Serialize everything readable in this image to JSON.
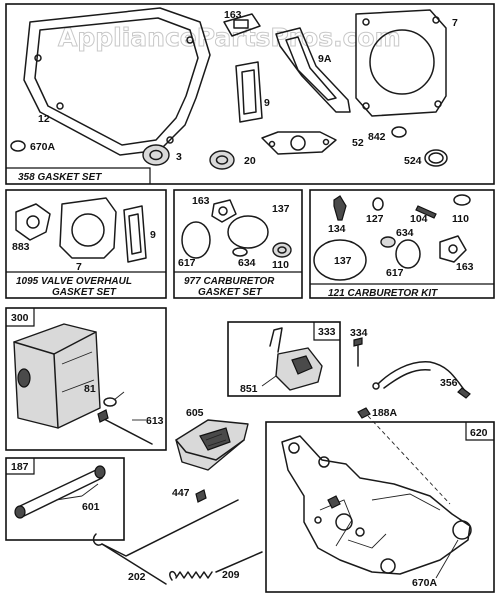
{
  "watermark": "AppliancePartsPros.com",
  "kits": {
    "gasket_set": "358 GASKET SET",
    "valve_overhaul_1": "1095 VALVE OVERHAUL",
    "valve_overhaul_2": "GASKET SET",
    "carb_gasket_1": "977 CARBURETOR",
    "carb_gasket_2": "GASKET SET",
    "carb_kit": "121 CARBURETOR KIT"
  },
  "box_tags": {
    "muffler": "300",
    "ignition": "333",
    "link": "187",
    "bracket": "620"
  },
  "labels": {
    "p7": "7",
    "p12": "12",
    "p163": "163",
    "p9": "9",
    "p9A": "9A",
    "p670A": "670A",
    "p3": "3",
    "p20": "20",
    "p52": "52",
    "p842": "842",
    "p524": "524",
    "p883": "883",
    "p7b": "7",
    "p9b": "9",
    "p163b": "163",
    "p137": "137",
    "p617": "617",
    "p634": "634",
    "p110": "110",
    "p134": "134",
    "p127": "127",
    "p104": "104",
    "p110b": "110",
    "p137b": "137",
    "p634b": "634",
    "p617b": "617",
    "p163c": "163",
    "p81": "81",
    "p613": "613",
    "p334": "334",
    "p851": "851",
    "p356": "356",
    "p188A": "188A",
    "p605": "605",
    "p601": "601",
    "p447": "447",
    "p202": "202",
    "p209": "209",
    "p670Ab": "670A"
  }
}
